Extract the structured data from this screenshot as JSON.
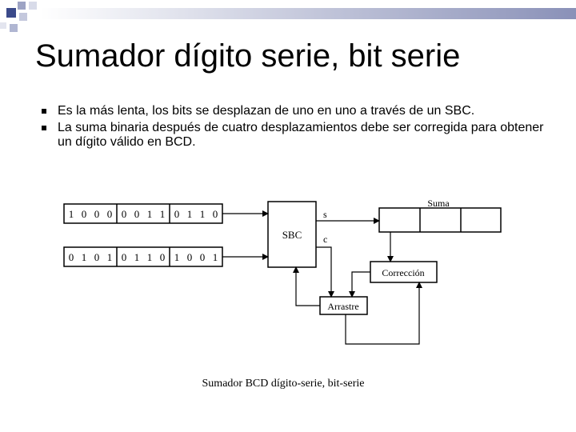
{
  "slide": {
    "title": "Sumador dígito serie, bit serie",
    "bullets": [
      "Es la más lenta, los bits se desplazan de uno en uno a través de un SBC.",
      "La suma binaria después de cuatro desplazamientos debe ser corregida para obtener un dígito válido en BCD."
    ]
  },
  "diagram": {
    "register_a_bits": [
      "1",
      "0",
      "0",
      "0",
      "0",
      "0",
      "1",
      "1",
      "0",
      "1",
      "1",
      "0"
    ],
    "register_b_bits": [
      "0",
      "1",
      "0",
      "1",
      "0",
      "1",
      "1",
      "0",
      "1",
      "0",
      "0",
      "1"
    ],
    "sbc_label": "SBC",
    "s_label": "s",
    "c_label": "c",
    "suma_label": "Suma",
    "correccion_label": "Corrección",
    "arrastre_label": "Arrastre",
    "caption": "Sumador BCD dígito-serie, bit-serie"
  }
}
